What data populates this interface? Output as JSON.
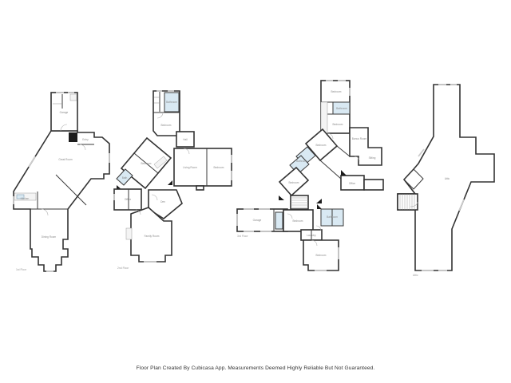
{
  "page": {
    "background": "#ffffff"
  },
  "footer": {
    "text": "Floor Plan Created By Cubicasa App. Measurements Deemed Highly Reliable But Not Guaranteed."
  },
  "colors": {
    "wall": "#333333",
    "bathroom_fill": "#d9e9f3",
    "fireplace_fill": "#1c1c1c",
    "window": "#cccccc",
    "door_arc": "#b0b0b0",
    "label_text": "#8a8a8a"
  },
  "plans": [
    {
      "caption": "1st Floor",
      "labels": [
        {
          "id": "garage",
          "text": "Garage"
        },
        {
          "id": "entry",
          "text": "Entry"
        },
        {
          "id": "great-room",
          "text": "Great Room"
        },
        {
          "id": "kitchen",
          "text": "Kitchen"
        },
        {
          "id": "dining-room",
          "text": "Dining Room"
        }
      ]
    },
    {
      "caption": "2nd Floor",
      "labels": [
        {
          "id": "bathroom-top",
          "text": "Bathroom"
        },
        {
          "id": "bedroom-top",
          "text": "Bedroom"
        },
        {
          "id": "hall",
          "text": "Hall"
        },
        {
          "id": "living-room",
          "text": "Living Room"
        },
        {
          "id": "bedroom-right",
          "text": "Bedroom"
        },
        {
          "id": "bedroom-angled",
          "text": "Bedroom"
        },
        {
          "id": "bath-left",
          "text": "Bath"
        },
        {
          "id": "office",
          "text": "Office"
        },
        {
          "id": "den",
          "text": "Den"
        },
        {
          "id": "family-room",
          "text": "Family Room"
        }
      ]
    },
    {
      "caption": "3rd Floor",
      "labels": [
        {
          "id": "bedroom-top",
          "text": "Bedroom"
        },
        {
          "id": "bathroom-top",
          "text": "Bathroom"
        },
        {
          "id": "bedroom-2",
          "text": "Bedroom"
        },
        {
          "id": "bonus-room",
          "text": "Bonus Room"
        },
        {
          "id": "sitting",
          "text": "Sitting"
        },
        {
          "id": "bedroom-angled",
          "text": "Bedroom"
        },
        {
          "id": "bathroom-angled",
          "text": "Bathroom"
        },
        {
          "id": "bedroom-angled-2",
          "text": "Bedroom"
        },
        {
          "id": "garage",
          "text": "Garage"
        },
        {
          "id": "bedroom-mid",
          "text": "Bedroom"
        },
        {
          "id": "bathroom-right",
          "text": "Bathroom"
        },
        {
          "id": "laundry",
          "text": "Laundry"
        },
        {
          "id": "bedroom-bottom",
          "text": "Bedroom"
        },
        {
          "id": "office-right",
          "text": "Office"
        }
      ]
    },
    {
      "caption": "Attic",
      "labels": [
        {
          "id": "attic",
          "text": "Attic"
        }
      ]
    }
  ]
}
